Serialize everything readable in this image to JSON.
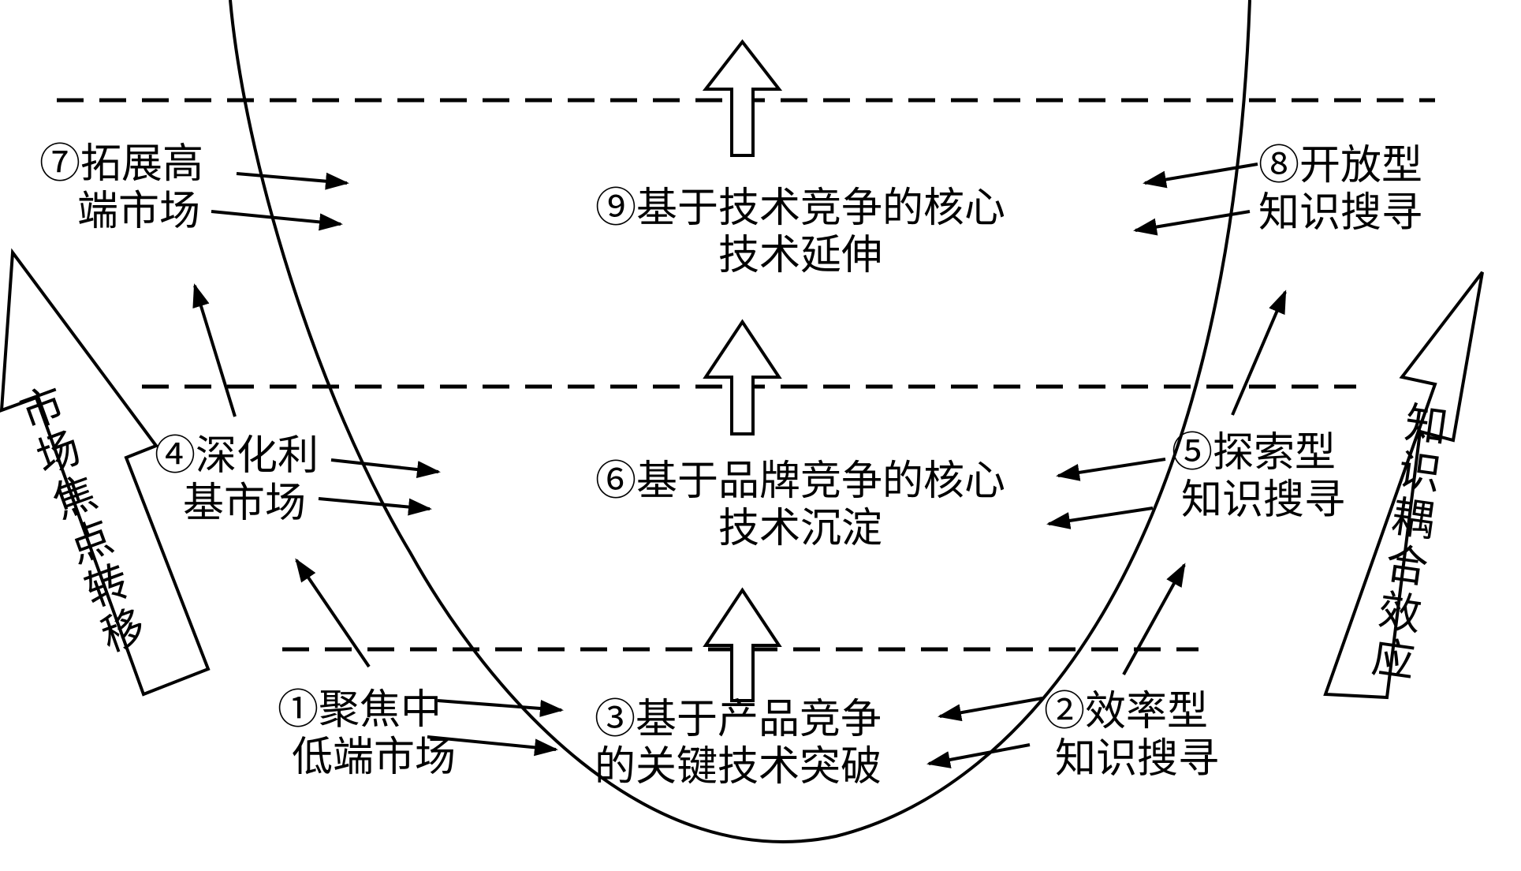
{
  "nodes": {
    "n1": {
      "line1": "①聚焦中",
      "line2": "低端市场"
    },
    "n2": {
      "line1": "②效率型",
      "line2": "知识搜寻"
    },
    "n3": {
      "line1": "③基于产品竞争",
      "line2": "的关键技术突破"
    },
    "n4": {
      "line1": "④深化利",
      "line2": "基市场"
    },
    "n5": {
      "line1": "⑤探索型",
      "line2": "知识搜寻"
    },
    "n6": {
      "line1": "⑥基于品牌竞争的核心",
      "line2": "技术沉淀"
    },
    "n7": {
      "line1": "⑦拓展高",
      "line2": "端市场"
    },
    "n8": {
      "line1": "⑧开放型",
      "line2": "知识搜寻"
    },
    "n9": {
      "line1": "⑨基于技术竞争的核心",
      "line2": "技术延伸"
    }
  },
  "side_arrows": {
    "left": "市场焦点转移",
    "right": "知识耦合效应"
  }
}
